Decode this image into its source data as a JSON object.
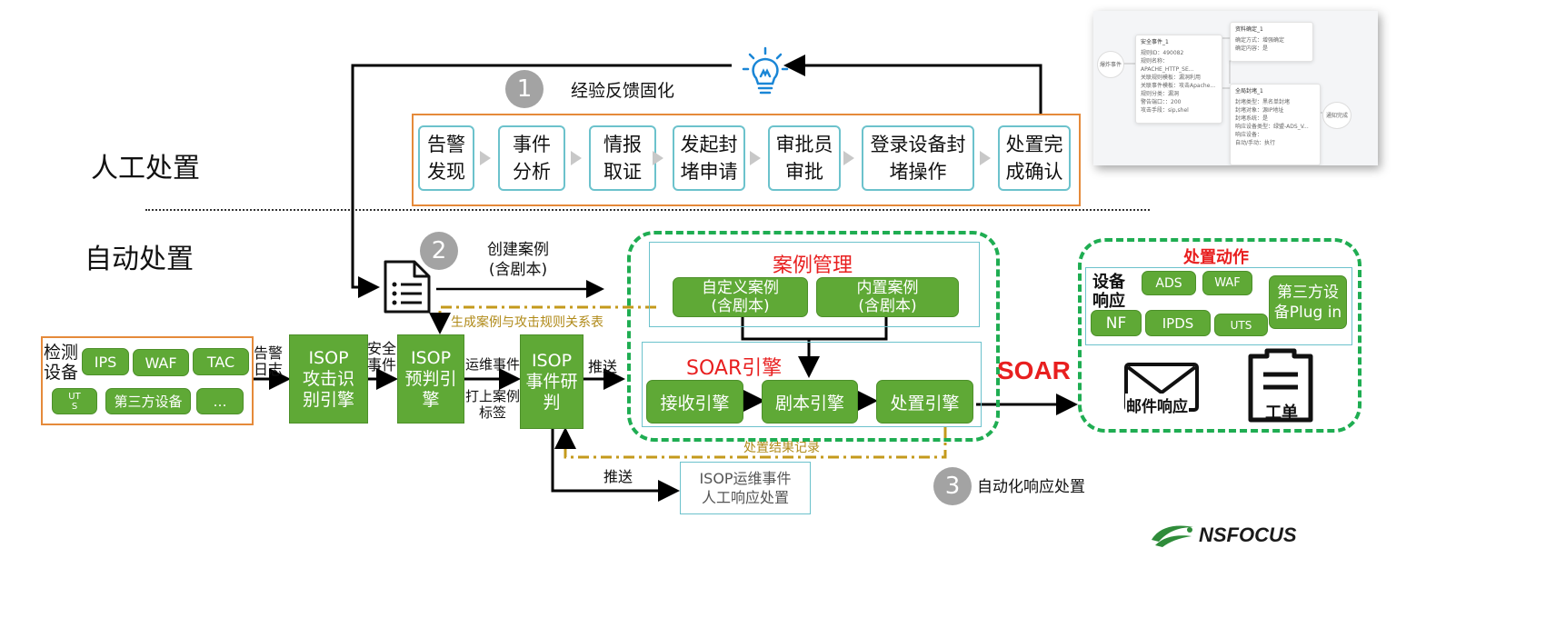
{
  "sections": {
    "manual": "人工处置",
    "auto": "自动处置"
  },
  "steps": {
    "one": {
      "num": "1",
      "label": "经验反馈固化"
    },
    "two": {
      "num": "2",
      "label": "创建案例\n(含剧本)"
    },
    "three": {
      "num": "3",
      "label": "自动化响应处置"
    }
  },
  "manual_steps": [
    "告警\n发现",
    "事件\n分析",
    "情报\n取证",
    "发起封\n堵申请",
    "审批员\n审批",
    "登录设备封\n堵操作",
    "处置完\n成确认"
  ],
  "detect": {
    "title": "检测\n设备",
    "devices": [
      "IPS",
      "WAF",
      "TAC",
      "UT\nS",
      "第三方设备",
      "…"
    ]
  },
  "flow": {
    "alert_log": "告警\n日志",
    "isop_attack": "ISOP\n攻击识\n别引擎",
    "security_event": "安全\n事件",
    "isop_predict": "ISOP\n预判引\n擎",
    "ops_event": "运维事件",
    "tag_case": "打上案例\n标签",
    "isop_research": "ISOP\n事件研\n判",
    "push1": "推送",
    "push2": "推送",
    "ops_manual": "ISOP运维事件\n人工响应处置",
    "gen_relation": "生成案例与攻击规则关系表",
    "result_record": "处置结果记录"
  },
  "case_mgmt": {
    "title": "案例管理",
    "custom": "自定义案例\n(含剧本)",
    "builtin": "内置案例\n(含剧本)"
  },
  "soar_engine": {
    "title": "SOAR引擎",
    "receive": "接收引擎",
    "script": "剧本引擎",
    "dispose": "处置引擎"
  },
  "soar_label": "SOAR",
  "actions": {
    "title": "处置动作",
    "device_resp": "设备\n响应",
    "items": [
      "ADS",
      "WAF",
      "第三方设\n备Plug in",
      "NF",
      "IPDS",
      "UTS"
    ],
    "mail": "邮件响应",
    "ticket": "工单"
  },
  "logo": "NSFOCUS",
  "inset": {
    "node_left": "爆炸事件",
    "node_right": "通知完成",
    "card1": {
      "title": "安全事件_1",
      "lines": "规则ID：490082\n规则名称：APACHE_HTTP_SE...\n关联规则模板：漏洞利用\n关联事件模板：攻击Apache...\n规则分类：漏洞\n警告端口：：200\n攻击手段：sip,shel"
    },
    "card2": {
      "title": "资料确定_1",
      "lines": "确定方式：增强确定\n确定内容：是"
    },
    "card3": {
      "title": "全局封堵_1",
      "lines": "封堵类型：黑名单封堵\n封堵对象：源IP地址\n封堵系统：是\n响应设备类型：绿盟-ADS_V...\n响应设备：\n自动/手动：执行"
    }
  }
}
